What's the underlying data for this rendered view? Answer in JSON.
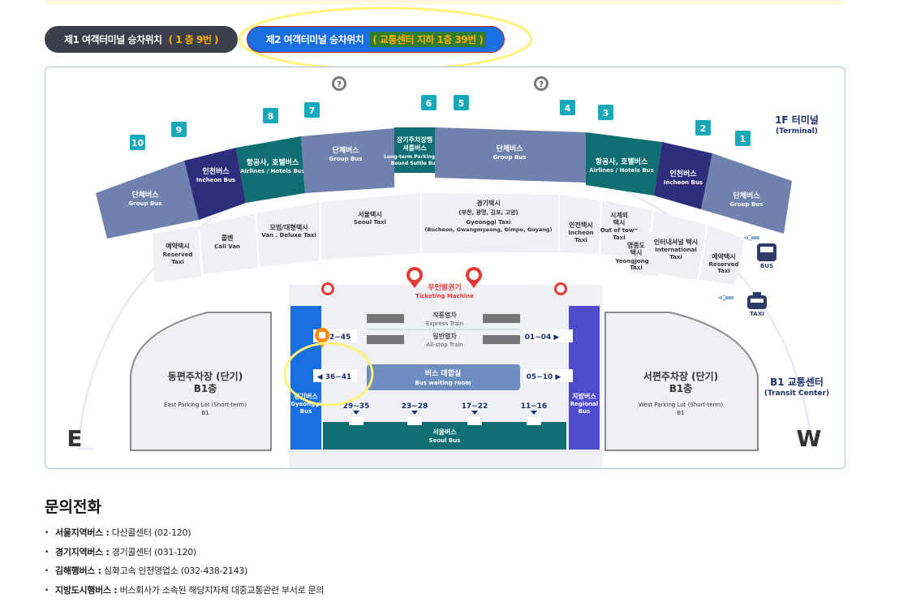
{
  "tabs": [
    {
      "label": "제1 여객터미널 승차위치",
      "accent": "( 1 층 9번 )"
    },
    {
      "label": "제2 여객터미널 승차위치",
      "accent": "( 교통센터 지하 1층 39번 )"
    }
  ],
  "map": {
    "floor_1f": {
      "ko": "1F 터미널",
      "en": "(Terminal)"
    },
    "floor_b1": {
      "ko": "B1 교통센터",
      "en": "(Transit Center)"
    },
    "east_letter": "E",
    "west_letter": "W",
    "help_glyph": "?",
    "gates": [
      "10",
      "9",
      "8",
      "7",
      "6",
      "5",
      "4",
      "3",
      "2",
      "1"
    ],
    "bus_zones": [
      {
        "ko": "단체버스",
        "en": "Group Bus"
      },
      {
        "ko": "인천버스",
        "en": "Incheon Bus"
      },
      {
        "ko": "항공사, 호텔버스",
        "en": "Airlines / Hotels Bus"
      },
      {
        "ko": "단체버스",
        "en": "Group Bus"
      },
      {
        "ko1": "장기주차장행",
        "ko2": "셔틀버스",
        "en1": "Long-term Parking Lot",
        "en2": "Bound Suttle Bus"
      },
      {
        "ko": "단체버스",
        "en": "Group Bus"
      },
      {
        "ko": "항공사, 호텔버스",
        "en": "Airlines / Hotels Bus"
      },
      {
        "ko": "인천버스",
        "en": "Incheon Bus"
      },
      {
        "ko": "단체버스",
        "en": "Group Bus"
      }
    ],
    "taxi_zones": [
      {
        "ko": "예약택시",
        "en1": "Reserved",
        "en2": "Taxi"
      },
      {
        "ko": "콜밴",
        "en": "Call Van"
      },
      {
        "ko": "모범/대형택시",
        "en": "Van . Deluxe Taxi"
      },
      {
        "ko": "서울택시",
        "en": "Seoul Taxi"
      },
      {
        "ko1": "경기택시",
        "ko2": "(부천, 광명, 김포, 고양)",
        "en1": "Gyeonggi Taxi",
        "en2": "(Bucheon, Gwangmyeong, Gimpo, Goyang)"
      },
      {
        "ko": "인천택시",
        "en1": "Incheon",
        "en2": "Taxi"
      },
      {
        "ko1": "시계외",
        "ko2": "택시",
        "en1": "Out of town",
        "en2": "Taxi"
      },
      {
        "ko1": "영종도",
        "ko2": "택시",
        "en1": "Yeongjongdo",
        "en2": "Taxi"
      },
      {
        "ko": "인터내셔널 택시",
        "en1": "International",
        "en2": "Taxi"
      },
      {
        "ko": "예약택시",
        "en1": "Reserved",
        "en2": "Taxi"
      }
    ],
    "ticketing": {
      "ko": "무인발권기",
      "en": "Ticketing Machine"
    },
    "express_train": {
      "ko": "직통열차",
      "en": "Express Train"
    },
    "allstop_train": {
      "ko": "일반열차",
      "en": "All-stop Train"
    },
    "waiting_room": {
      "ko": "버스 대합실",
      "en": "Bus waiting room"
    },
    "gyeonggi_bus": {
      "ko": "경기버스",
      "en1": "Gyeonggi",
      "en2": "Bus"
    },
    "regional_bus": {
      "ko": "지방버스",
      "en1": "Regional",
      "en2": "Bus"
    },
    "seoul_bus": {
      "ko": "서울버스",
      "en": "Seoul Bus"
    },
    "platforms": {
      "p42_45": "◀ 42~45",
      "p36_41": "◀ 36~41",
      "p01_04": "01~04 ▶",
      "p05_10": "05~10 ▶",
      "p29_35": "29~35",
      "p23_28": "23~28",
      "p17_22": "17~22",
      "p11_16": "11~16"
    },
    "east_parking": {
      "ko1": "동편주차장 (단기)",
      "ko2": "B1층",
      "en1": "East Parking Lot (Short-term)",
      "en2": "B1"
    },
    "west_parking": {
      "ko1": "서편주차장 (단기)",
      "ko2": "B1층",
      "en1": "West Parking Lot (Short-term)",
      "en2": "B1"
    },
    "bus_icon_label": "BUS",
    "taxi_icon_label": "TAXI"
  },
  "contact": {
    "title": "문의전화",
    "items": [
      {
        "label": "서울지역버스 :",
        "value": " 다산콜센터 (02-120)"
      },
      {
        "label": "경기지역버스 :",
        "value": " 경기콜센터 (031-120)"
      },
      {
        "label": "김해행버스 :",
        "value": " 심화고속 인천영업소 (032-438-2143)"
      },
      {
        "label": "지방도시행버스 :",
        "value": " 버스회사가 소속된 해당지자체 대중교통관련 부서로 문의"
      }
    ]
  },
  "colors": {
    "navy": "#2d2f7c",
    "teal": "#0e6e72",
    "slate": "#6f81ad",
    "cyan": "#17a9b9",
    "blue": "#1a6fe0",
    "purple": "#4f4ccc",
    "highlight": "#fff37a"
  }
}
